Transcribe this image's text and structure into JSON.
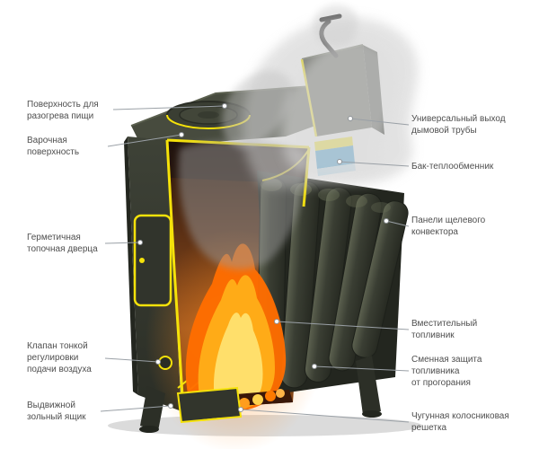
{
  "diagram": {
    "type": "stove-cutaway-diagram",
    "labels": {
      "left": [
        {
          "id": "food-heating-surface",
          "text": "Поверхность для\nразогрева пищи"
        },
        {
          "id": "cooking-surface",
          "text": "Варочная\nповерхность"
        },
        {
          "id": "firebox-door",
          "text": "Герметичная\nтопочная дверца"
        },
        {
          "id": "air-valve",
          "text": "Клапан тонкой\nрегулировки\nподачи воздуха"
        },
        {
          "id": "ash-box",
          "text": "Выдвижной\nзольный ящик"
        }
      ],
      "right": [
        {
          "id": "chimney-outlet",
          "text": "Универсальный выход\nдымовой трубы"
        },
        {
          "id": "heat-exchanger-tank",
          "text": "Бак-теплообменник"
        },
        {
          "id": "convector-panels",
          "text": "Панели щелевого\nконвектора"
        },
        {
          "id": "firebox",
          "text": "Вместительный\nтопливник"
        },
        {
          "id": "firebox-protection",
          "text": "Сменная защита\nтопливника\nот прогорания"
        },
        {
          "id": "grate",
          "text": "Чугунная колосниковая\nрешетка"
        }
      ]
    },
    "colors": {
      "body_dark": "#3b3f34",
      "body_light": "#575c4a",
      "cut_edge_yellow": "#f5e20a",
      "fire_orange": "#ff6d00",
      "fire_yellow": "#ffdf6b",
      "interior_brown": "#96521f",
      "smoke_gray": "#c7c7c7",
      "heat_exchanger_blue": "#1f8fd0",
      "leader_line": "#9aa0a6",
      "label_text": "#4f4f4f"
    }
  }
}
